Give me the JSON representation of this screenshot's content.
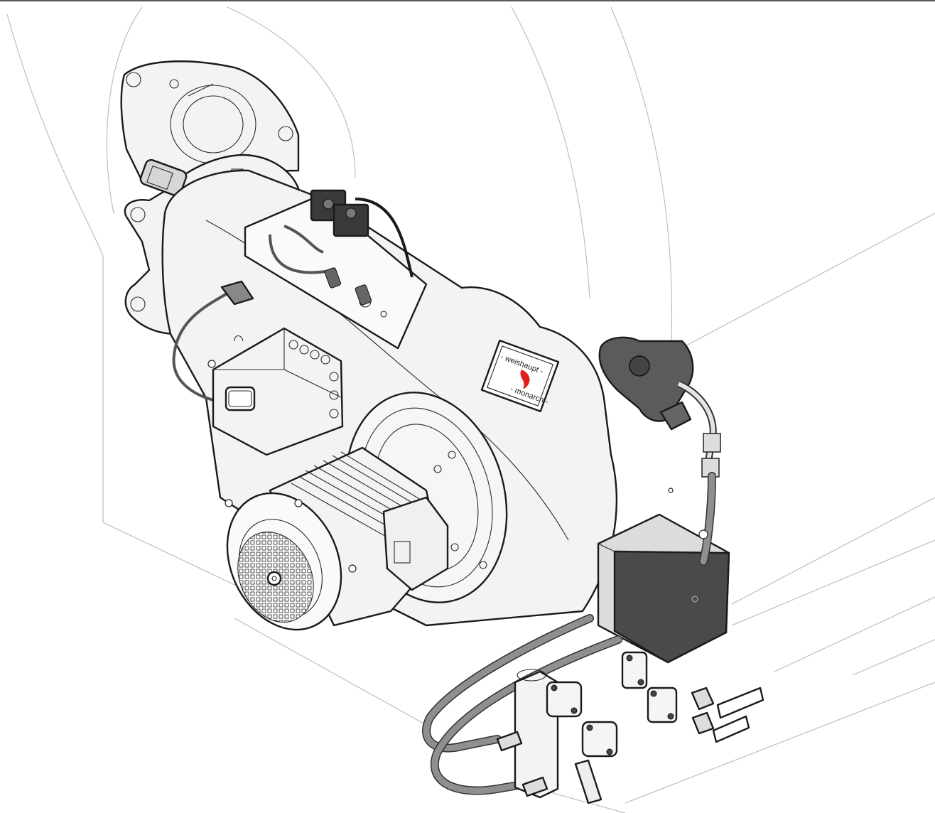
{
  "figure": {
    "subject": "oil burner assembly illustration"
  },
  "brand_plate": {
    "top_text": "- weishaupt -",
    "bottom_text": "- monarch -",
    "flame_color": "#e31d1a"
  },
  "colors": {
    "housing": "#f3f3f3",
    "outline": "#1a1a1a",
    "control_box": "#4a4a4a",
    "background_lines": "#b9b9b9"
  }
}
